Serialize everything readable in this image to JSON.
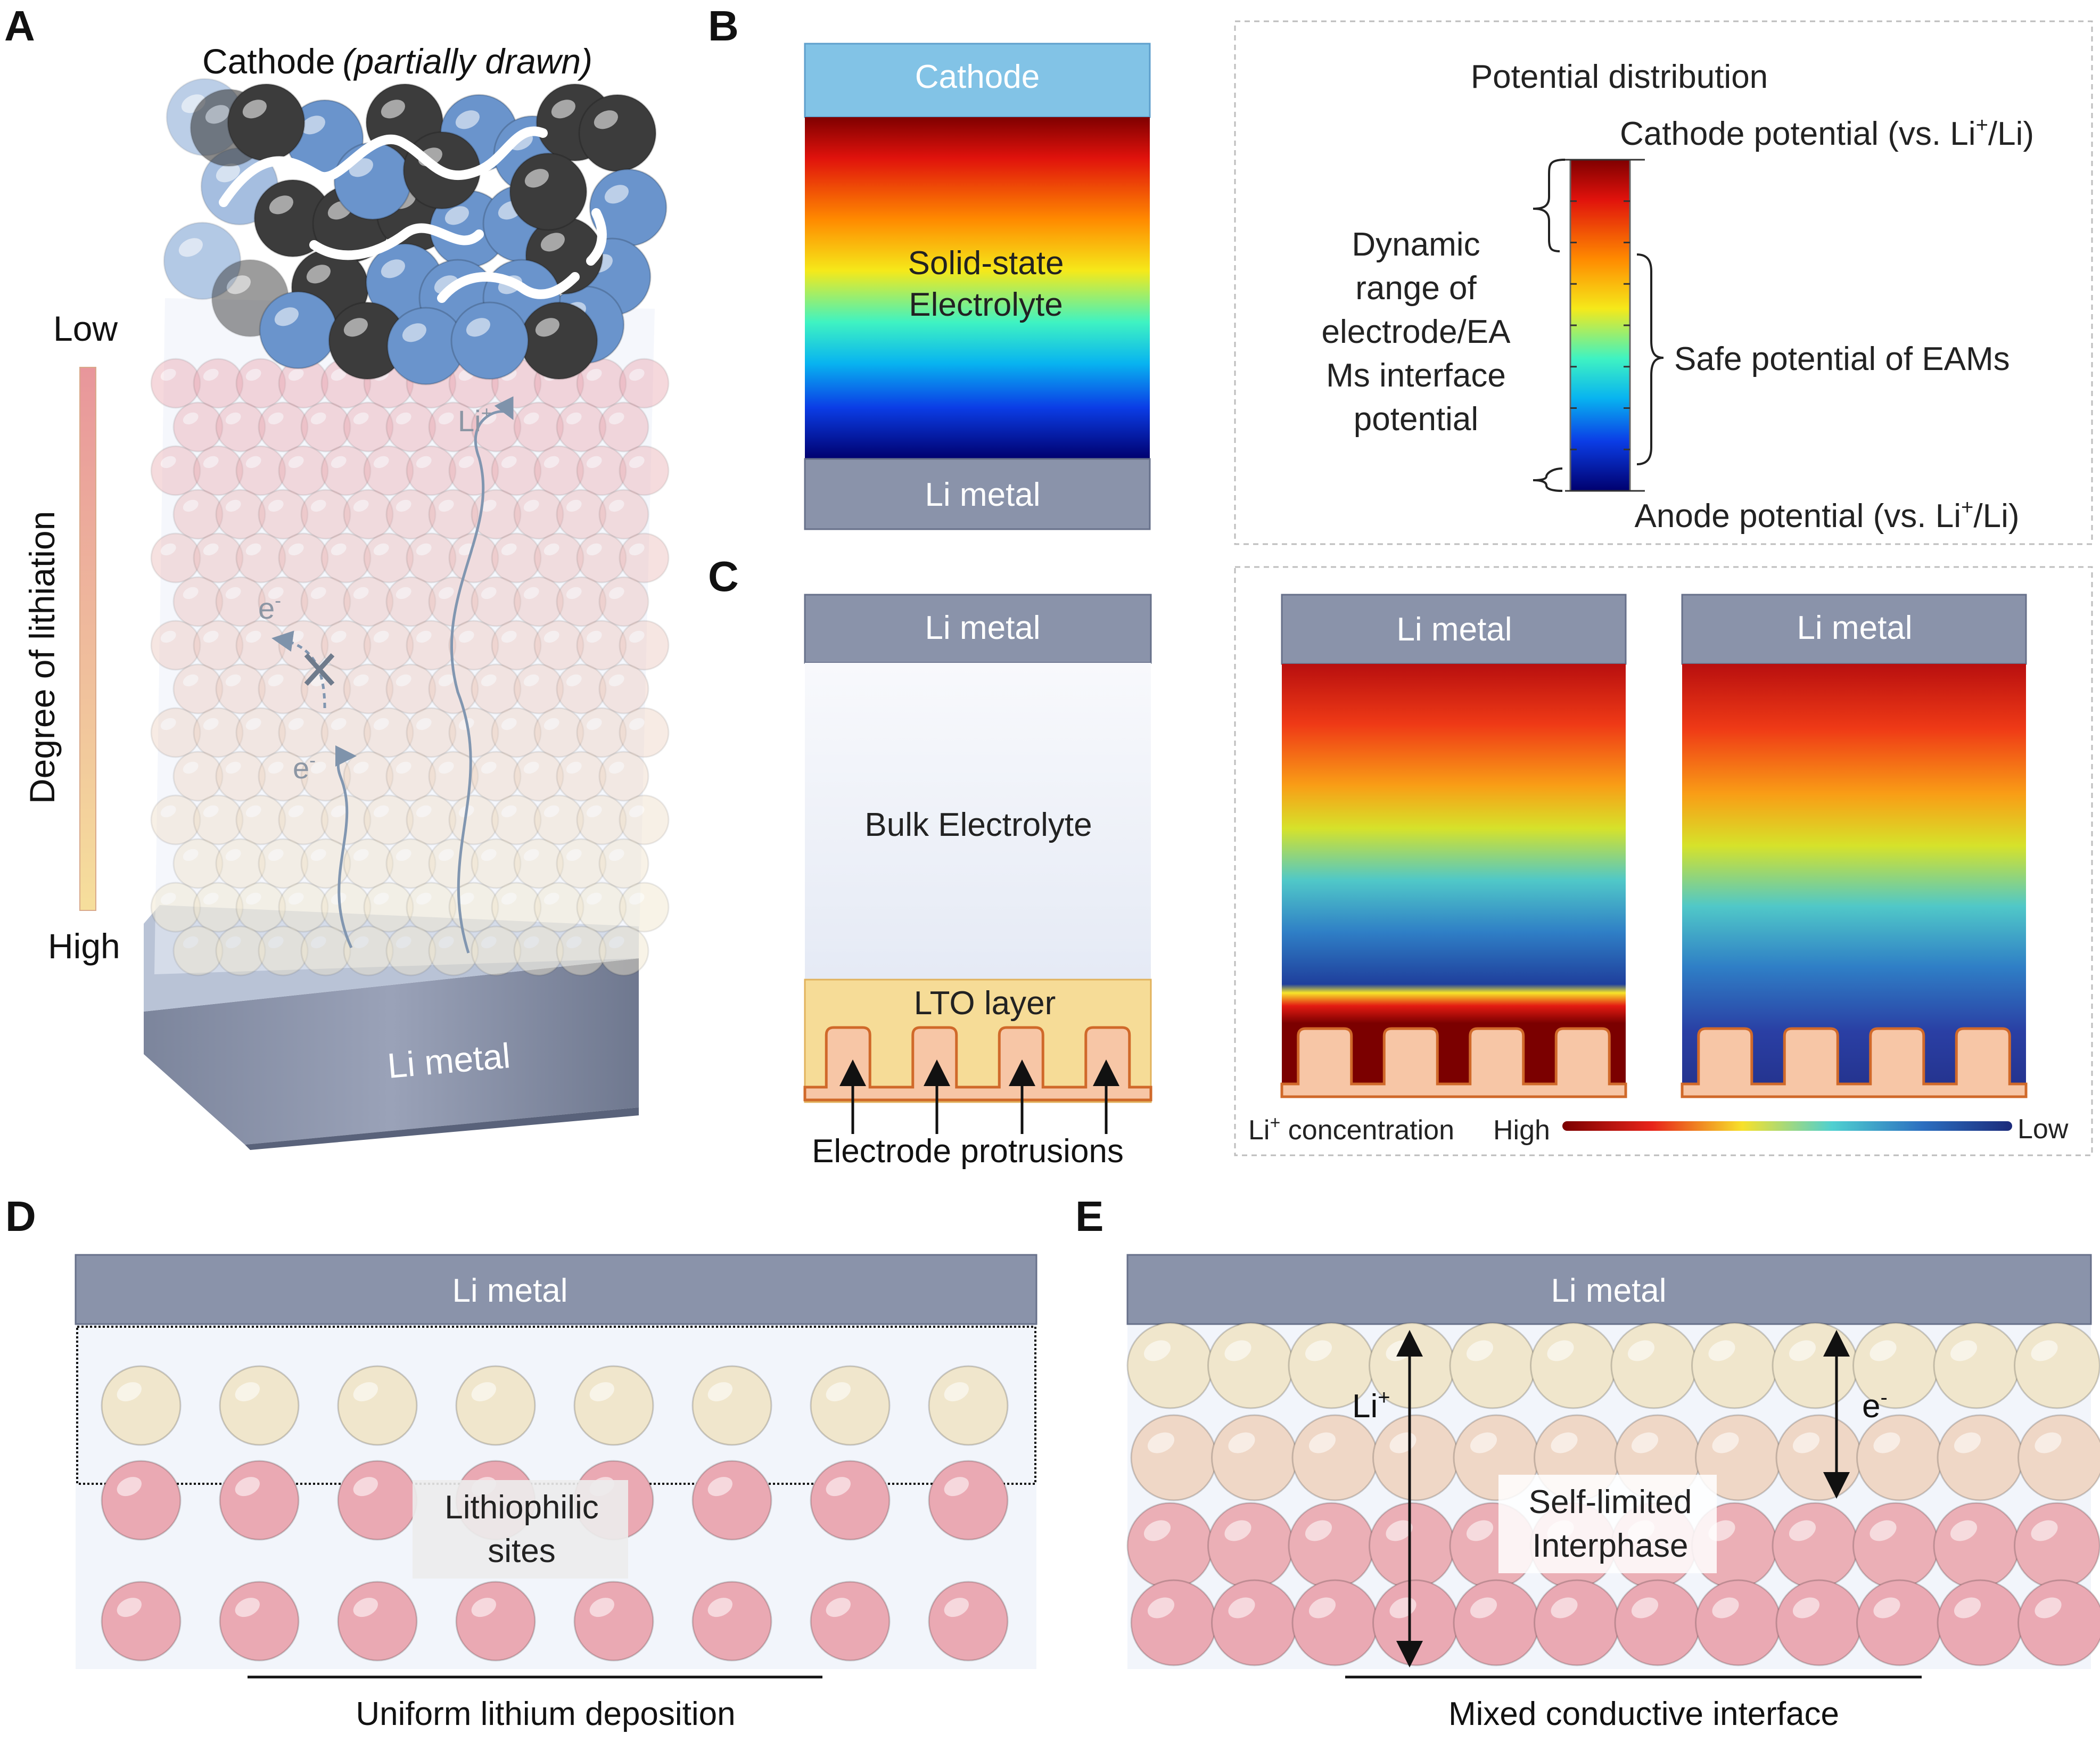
{
  "panels": {
    "a": {
      "letter": "A",
      "cathode_label": "Cathode",
      "cathode_note": "(partially drawn)",
      "scale_low": "Low",
      "scale_high": "High",
      "scale_title": "Degree of lithiation",
      "li_ion": "Li",
      "li_ion_sup": "+",
      "electron": "e",
      "electron_sup": "-",
      "anode_label": "Li metal"
    },
    "b": {
      "letter": "B",
      "cathode_label": "Cathode",
      "electrolyte_line1": "Solid-state",
      "electrolyte_line2": "Electrolyte",
      "anode_label": "Li metal",
      "potential_title": "Potential distribution",
      "cathode_potential_pre": "Cathode potential (vs. Li",
      "cathode_potential_sup": "+",
      "cathode_potential_post": "/Li)",
      "dynamic_range_lines": [
        "Dynamic",
        "range of",
        "electrode/EA",
        "Ms interface",
        "potential"
      ],
      "safe_potential": "Safe potential of EAMs",
      "anode_potential_pre": "Anode potential (vs. Li",
      "anode_potential_sup": "+",
      "anode_potential_post": "/Li)"
    },
    "c": {
      "letter": "C",
      "top_label": "Li metal",
      "bulk_label": "Bulk Electrolyte",
      "lto_label": "LTO layer",
      "protrusions_label": "Electrode protrusions",
      "sim_left_label": "Li metal",
      "sim_right_label": "Li metal",
      "conc_label_pre": "Li",
      "conc_label_sup": "+",
      "conc_label_post": " concentration",
      "conc_high": "High",
      "conc_low": "Low"
    },
    "d": {
      "letter": "D",
      "top_label": "Li metal",
      "sites_line1": "Lithiophilic",
      "sites_line2": "sites",
      "caption": "Uniform lithium deposition"
    },
    "e": {
      "letter": "E",
      "top_label": "Li metal",
      "li_ion": "Li",
      "li_ion_sup": "+",
      "electron": "e",
      "electron_sup": "-",
      "interphase_line1": "Self-limited",
      "interphase_line2": "Interphase",
      "caption": "Mixed conductive interface"
    }
  },
  "colors": {
    "li_metal": "#8a93aa",
    "cathode_block": "#82c3e6",
    "lithiated_particle": "#f0e6cc",
    "delithiated_particle": "#eaa9b3",
    "carbon_particle": "#3c3c3c",
    "active_particle": "#6a94cc",
    "lto_layer": "#f6dc97",
    "electrode": "#f7c6a6"
  }
}
